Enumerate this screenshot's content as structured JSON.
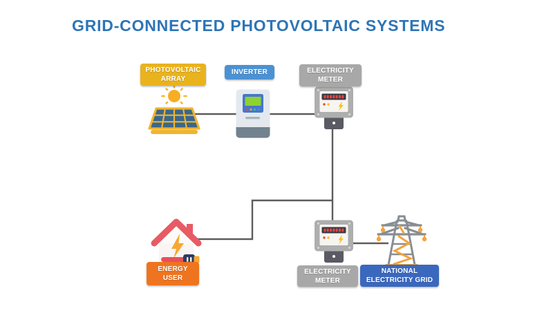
{
  "title": "GRID-CONNECTED PHOTOVOLTAIC SYSTEMS",
  "labels": {
    "photovoltaic_array": "PHOTOVOLTAIC ARRAY",
    "inverter": "INVERTER",
    "electricity_meter_top": "ELECTRICITY METER",
    "energy_user": "ENERGY USER",
    "electricity_meter_bottom": "ELECTRICITY METER",
    "national_grid": "NATIONAL ELECTRICITY GRID"
  },
  "icons": {
    "solar_panel": "sun-and-solar-panel-icon",
    "inverter": "inverter-unit-icon",
    "electricity_meter_top": "electricity-meter-icon",
    "electricity_meter_bottom": "electricity-meter-icon",
    "energy_user": "house-with-plug-icon",
    "national_grid": "transmission-tower-icon"
  },
  "colors": {
    "background": "#FFFFFF",
    "title_color": "#2E75B6",
    "label_yellow": "#E9B31E",
    "label_blue": "#4B92D4",
    "label_gray": "#A8A8A8",
    "label_orange": "#EF7420",
    "label_navy": "#3A68BF",
    "line_color": "#5C5C5C"
  }
}
